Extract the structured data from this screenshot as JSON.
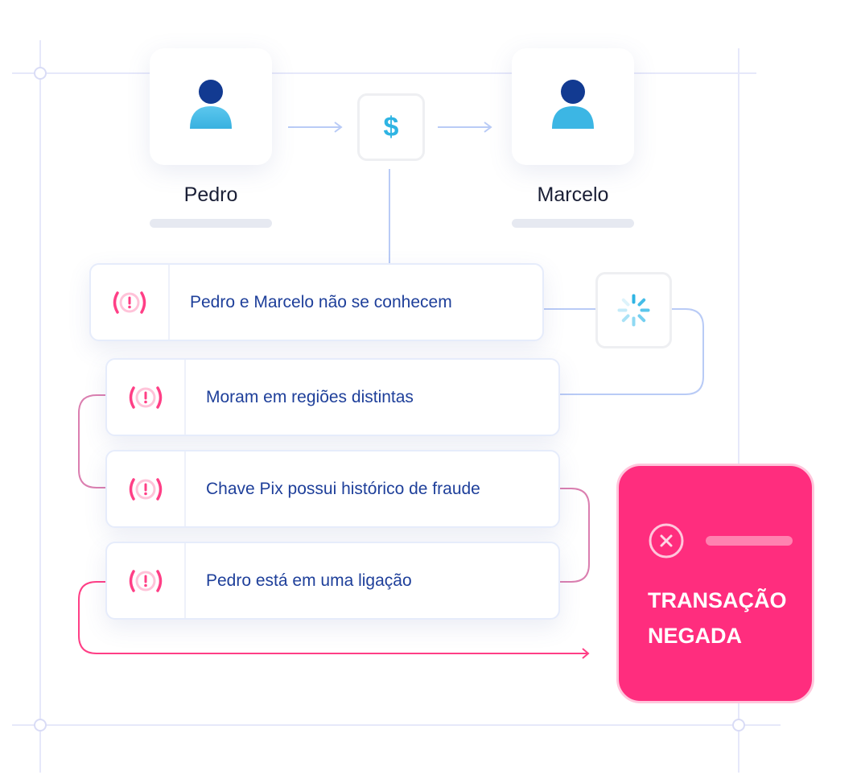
{
  "sender": {
    "name": "Pedro"
  },
  "receiver": {
    "name": "Marcelo"
  },
  "payment": {
    "icon": "dollar-icon",
    "symbol": "$"
  },
  "alerts": [
    {
      "text": "Pedro e Marcelo não se conhecem"
    },
    {
      "text": "Moram em regiões distintas"
    },
    {
      "text": "Chave Pix possui histórico de fraude"
    },
    {
      "text": "Pedro está em uma ligação"
    }
  ],
  "result": {
    "line1": "TRANSAÇÃO",
    "line2": "NEGADA"
  },
  "colors": {
    "primary": "#1e3f9a",
    "alert": "#ff2d7e",
    "accent": "#3bb8e6"
  }
}
